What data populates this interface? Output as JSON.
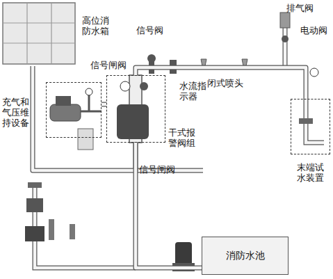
{
  "diagram": {
    "nodes": [
      {
        "text": [
          "高位消防水箱"
        ]
      },
      {
        "text": [
          "充气和气压维持设备"
        ]
      },
      {
        "text": [
          "干式报警阀组"
        ]
      },
      {
        "text": [
          "末端试水装置"
        ]
      },
      {
        "text": [
          "消防水池"
        ]
      }
    ],
    "edges": [
      {
        "from": 0,
        "to": 2,
        "arrow": "none"
      },
      {
        "from": 1,
        "to": 2,
        "arrow": "none"
      },
      {
        "from": 2,
        "to": 3,
        "arrow": "none"
      },
      {
        "from": 4,
        "to": 2,
        "arrow": "none"
      }
    ],
    "labels": [
      "信号闸阀",
      "信号阀",
      "水流指示器",
      "闭式喷头",
      "排气阀",
      "电动阀",
      "信号闸阀"
    ]
  }
}
